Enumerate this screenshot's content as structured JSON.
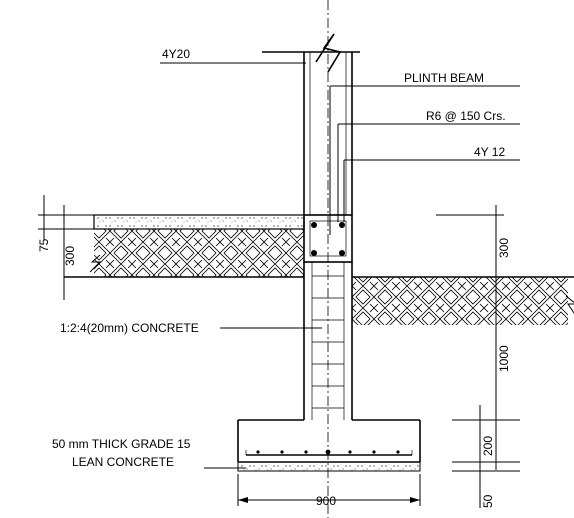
{
  "drawing": {
    "title": "",
    "labels": {
      "main_bars": "4Y20",
      "plinth_beam": "PLINTH BEAM",
      "stirrups": "R6 @ 150 Crs.",
      "beam_bars": "4Y 12",
      "concrete_mix": "1:2:4(20mm) CONCRETE",
      "lean_line1": "50 mm THICK GRADE 15",
      "lean_line2": "LEAN CONCRETE"
    },
    "dimensions": {
      "left_75": "75",
      "left_300": "300",
      "right_300": "300",
      "right_1000": "1000",
      "right_200": "200",
      "right_50": "50",
      "bottom_900": "900"
    }
  }
}
